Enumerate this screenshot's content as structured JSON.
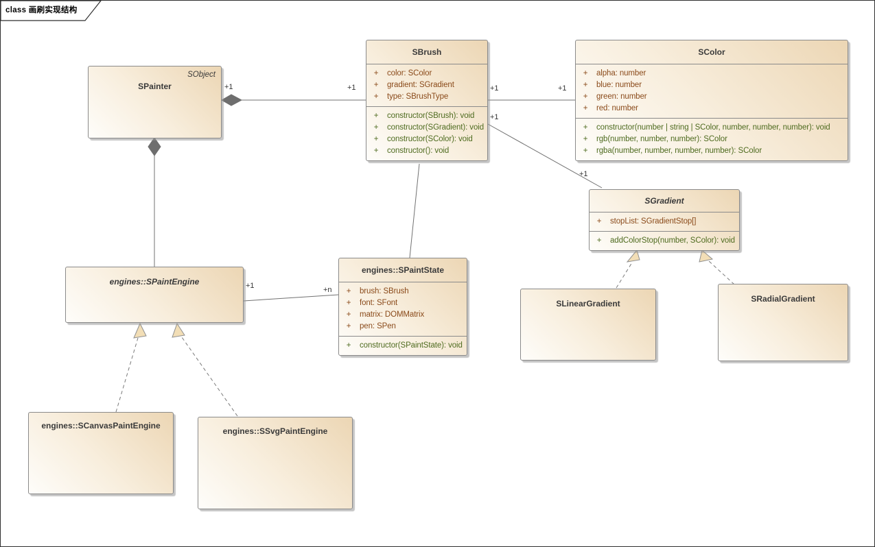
{
  "frame": {
    "label": "class 画刷实现结构"
  },
  "classes": {
    "spainter": {
      "stereotype": "SObject",
      "title": "SPainter"
    },
    "sbrush": {
      "title": "SBrush",
      "attributes": [
        {
          "vis": "+",
          "text": "color: SColor"
        },
        {
          "vis": "+",
          "text": "gradient: SGradient"
        },
        {
          "vis": "+",
          "text": "type: SBrushType"
        }
      ],
      "methods": [
        {
          "vis": "+",
          "text": "constructor(SBrush): void"
        },
        {
          "vis": "+",
          "text": "constructor(SGradient): void"
        },
        {
          "vis": "+",
          "text": "constructor(SColor): void"
        },
        {
          "vis": "+",
          "text": "constructor(): void"
        }
      ]
    },
    "scolor": {
      "title": "SColor",
      "attributes": [
        {
          "vis": "+",
          "text": "alpha: number"
        },
        {
          "vis": "+",
          "text": "blue: number"
        },
        {
          "vis": "+",
          "text": "green: number"
        },
        {
          "vis": "+",
          "text": "red: number"
        }
      ],
      "methods": [
        {
          "vis": "+",
          "text": "constructor(number | string | SColor, number, number, number): void"
        },
        {
          "vis": "+",
          "text": "rgb(number, number, number): SColor"
        },
        {
          "vis": "+",
          "text": "rgba(number, number, number, number): SColor"
        }
      ]
    },
    "sgradient": {
      "title": "SGradient",
      "attributes": [
        {
          "vis": "+",
          "text": "stopList: SGradientStop[]"
        }
      ],
      "methods": [
        {
          "vis": "+",
          "text": "addColorStop(number, SColor): void"
        }
      ]
    },
    "spaintstate": {
      "title": "engines::SPaintState",
      "attributes": [
        {
          "vis": "+",
          "text": "brush: SBrush"
        },
        {
          "vis": "+",
          "text": "font: SFont"
        },
        {
          "vis": "+",
          "text": "matrix: DOMMatrix"
        },
        {
          "vis": "+",
          "text": "pen: SPen"
        }
      ],
      "methods": [
        {
          "vis": "+",
          "text": "constructor(SPaintState): void"
        }
      ]
    },
    "spaintengine": {
      "title": "engines::SPaintEngine"
    },
    "slineargradient": {
      "title": "SLinearGradient"
    },
    "sradialgradient": {
      "title": "SRadialGradient"
    },
    "scanvaspaintengine": {
      "title": "engines::SCanvasPaintEngine"
    },
    "ssvgpaintengine": {
      "title": "engines::SSvgPaintEngine"
    }
  },
  "multiplicities": {
    "painter_end_brush": "+1",
    "brush_end_painter": "+1",
    "brush_end_color": "+1",
    "color_end_brush": "+1",
    "brush_end_gradient": "+1",
    "gradient_end_brush": "+1",
    "engine_end_state": "+1",
    "state_end_engine": "+n"
  },
  "colors": {
    "box_fill_light": "#fefdfa",
    "box_fill_dark": "#ecd6b4",
    "box_border": "#8a8a8a",
    "attribute_text": "#8a4a1a",
    "method_text": "#4e6b1f",
    "diamond_fill": "#6e6e6e",
    "triangle_fill": "#f2deb6",
    "connector_line": "#707070",
    "label_text": "#333333"
  }
}
